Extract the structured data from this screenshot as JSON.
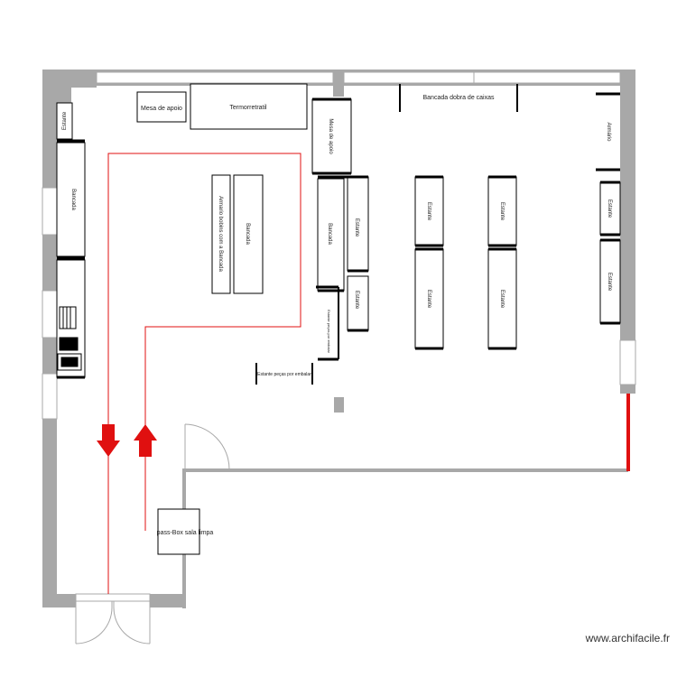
{
  "labels": {
    "mesa_apoio_top": "Mesa de apoio",
    "termorretratil": "Termorretratil",
    "bancada_dobra": "Bancada dobra de caixas",
    "estante_left_small": "Estante",
    "bancada_left": "Bancada",
    "mesa_apoio_vert": "Mesa de apoio",
    "armario_right": "Armário",
    "armario_bobinas": "Armario bobins com a Bancada",
    "bancada_center": "Bancada",
    "bancada_mid": "Bancada",
    "estante_mid_a": "Estante",
    "estante_mid_b": "Estante",
    "estante_col1": "Estante",
    "estante_col1b": "Estante",
    "estante_col2": "Estante",
    "estante_col2b": "Estante",
    "estante_right_a": "Estante",
    "estante_right_b": "Estante",
    "estante_pecas_vert": "Estante peças por embalar",
    "estante_pecas_horiz": "Estante peças por embalar",
    "box_sala_limpa": "pass-Box sala limpa"
  },
  "credit": "www.archifacile.fr",
  "colors": {
    "wall": "#a8a8a8",
    "route": "#e01010",
    "furniture": "#000000",
    "background": "#ffffff"
  }
}
